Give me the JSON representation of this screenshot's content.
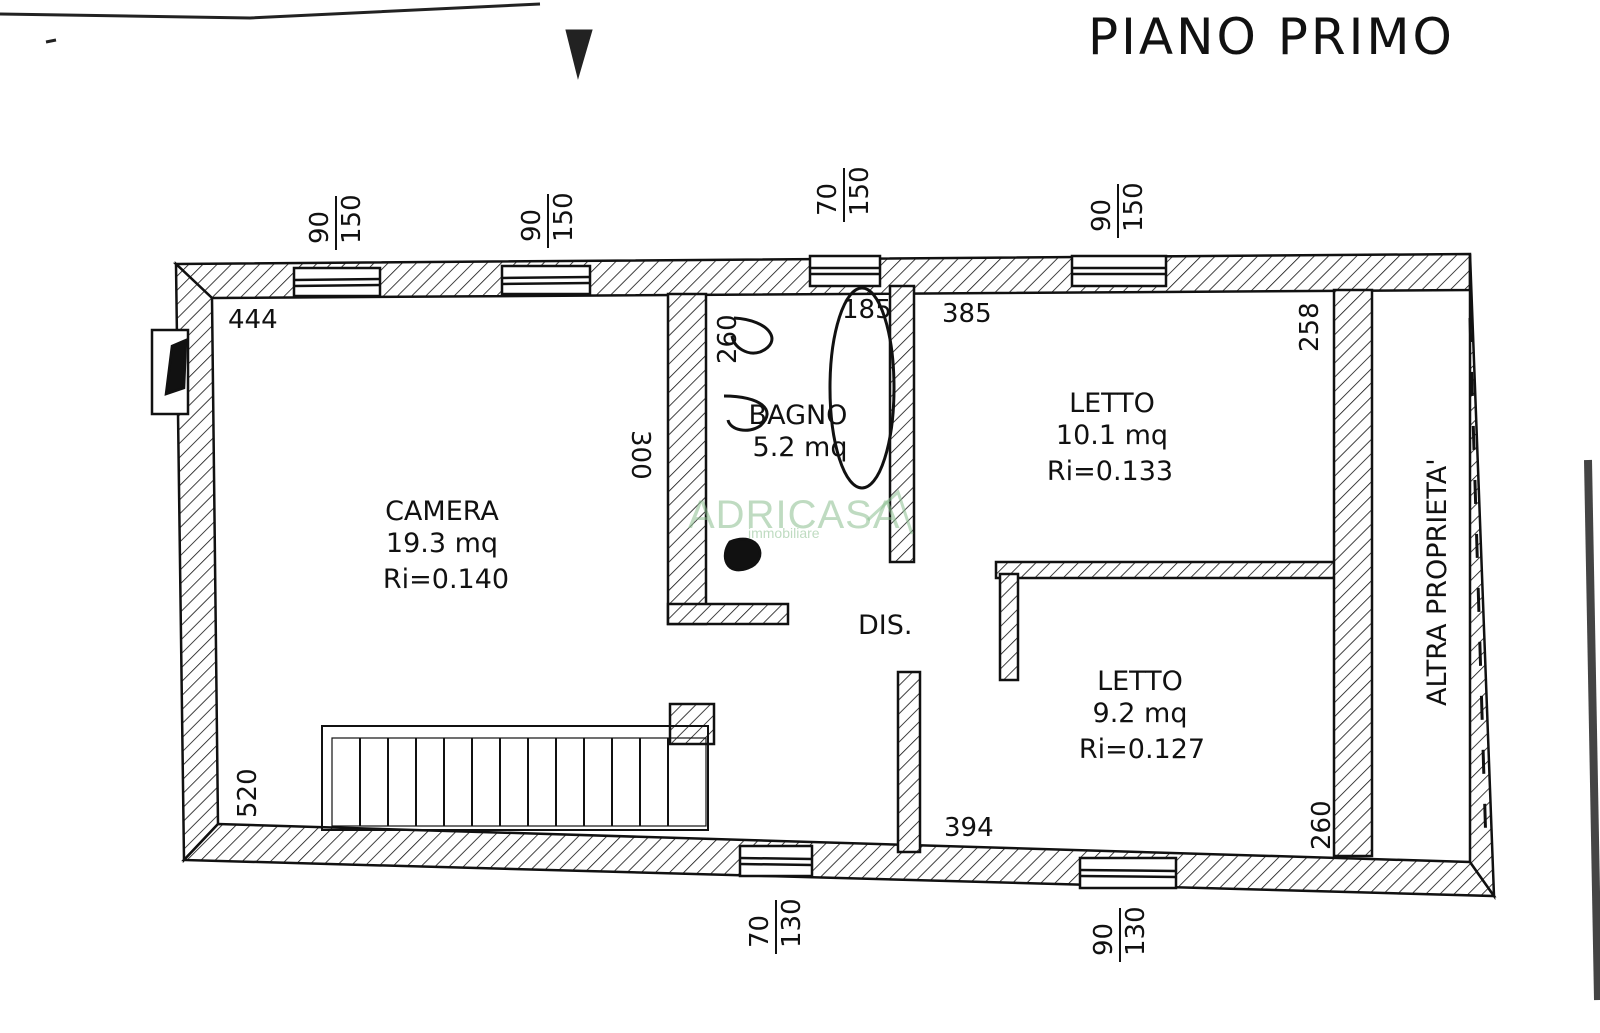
{
  "title": "PIANO PRIMO",
  "rooms": {
    "camera": {
      "name": "CAMERA",
      "area": "19.3  mq",
      "ri": "Ri=0.140"
    },
    "bagno": {
      "name": "BAGNO",
      "area": "5.2  mq"
    },
    "letto1": {
      "name": "LETTO",
      "area": "10.1  mq",
      "ri": "Ri=0.133"
    },
    "letto2": {
      "name": "LETTO",
      "area": "9.2  mq",
      "ri": "Ri=0.127"
    },
    "dis": {
      "name": "DIS."
    },
    "altra": {
      "name": "ALTRA PROPRIETA'"
    }
  },
  "dimensions": {
    "camera_width": "444",
    "camera_depth": "520",
    "camera_side": "300",
    "bagno_depth": "260",
    "bagno_width": "185",
    "letto1_width": "385",
    "letto1_depth": "258",
    "letto2_width": "394",
    "letto2_depth": "260"
  },
  "windows": [
    {
      "width": "90",
      "height": "150"
    },
    {
      "width": "90",
      "height": "150"
    },
    {
      "width": "70",
      "height": "150"
    },
    {
      "width": "90",
      "height": "150"
    },
    {
      "width": "70",
      "height": "130"
    },
    {
      "width": "90",
      "height": "130"
    }
  ],
  "watermark": {
    "brand": "ADRICASA",
    "sub": "immobiliare"
  },
  "colors": {
    "ink": "#111111",
    "watermark": "#8bbf8f",
    "paper": "#ffffff"
  }
}
